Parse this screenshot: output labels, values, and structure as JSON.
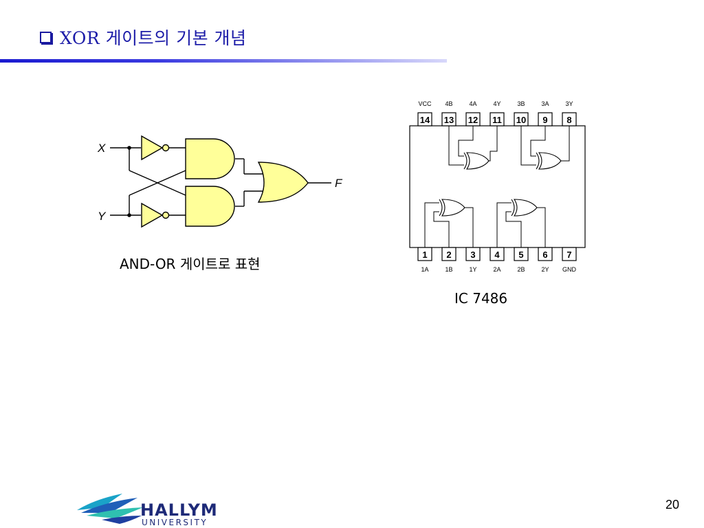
{
  "slide": {
    "title": "XOR 게이트의 기본 개념",
    "page_number": "20"
  },
  "left_figure": {
    "input_x": "X",
    "input_y": "Y",
    "output_f": "F",
    "caption": "AND-OR 게이트로 표현"
  },
  "right_figure": {
    "caption": "IC 7486",
    "top_pins": [
      {
        "num": "14",
        "label": "VCC"
      },
      {
        "num": "13",
        "label": "4B"
      },
      {
        "num": "12",
        "label": "4A"
      },
      {
        "num": "11",
        "label": "4Y"
      },
      {
        "num": "10",
        "label": "3B"
      },
      {
        "num": "9",
        "label": "3A"
      },
      {
        "num": "8",
        "label": "3Y"
      }
    ],
    "bottom_pins": [
      {
        "num": "1",
        "label": "1A"
      },
      {
        "num": "2",
        "label": "1B"
      },
      {
        "num": "3",
        "label": "1Y"
      },
      {
        "num": "4",
        "label": "2A"
      },
      {
        "num": "5",
        "label": "2B"
      },
      {
        "num": "6",
        "label": "2Y"
      },
      {
        "num": "7",
        "label": "GND"
      }
    ]
  },
  "logo": {
    "name": "HALLYM",
    "sub": "UNIVERSITY"
  },
  "colors": {
    "title": "#1c1ca8",
    "gate_fill": "#ffff99",
    "rule_start": "#1a1ad0"
  }
}
